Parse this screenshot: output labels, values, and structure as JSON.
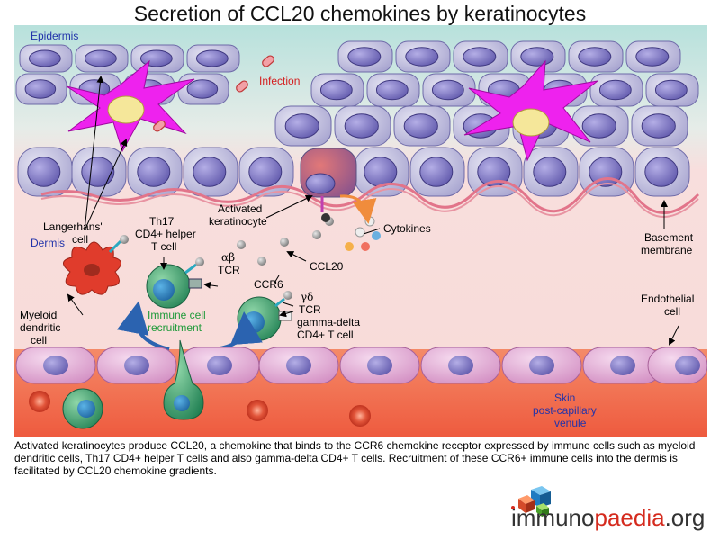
{
  "title": "Secretion of CCL20 chemokines by keratinocytes",
  "labels": {
    "epidermis": "Epidermis",
    "dermis": "Dermis",
    "infection": "Infection",
    "langerhans": "Langerhans'",
    "langerhans2": "cell",
    "th17_1": "Th17",
    "th17_2": "CD4+ helper",
    "th17_3": "T cell",
    "activated_1": "Activated",
    "activated_2": "keratinocyte",
    "cytokines": "Cytokines",
    "basement_1": "Basement",
    "basement_2": "membrane",
    "ab": "αβ",
    "tcr": "TCR",
    "ccl20": "CCL20",
    "ccr6": "CCR6",
    "gd": "γδ",
    "tcr2": "TCR",
    "gd_1": "gamma-delta",
    "gd_2": "CD4+ T cell",
    "myeloid_1": "Myeloid",
    "myeloid_2": "dendritic",
    "myeloid_3": "cell",
    "recruit_1": "Immune cell",
    "recruit_2": "recruitment",
    "endo_1": "Endothelial",
    "endo_2": "cell",
    "venule_1": "Skin",
    "venule_2": "post-capillary",
    "venule_3": "venule"
  },
  "caption": "Activated keratinocytes produce CCL20, a chemokine that binds to the CCR6 chemokine receptor expressed by immune cells such as myeloid dendritic cells, Th17 CD4+ helper T cells and also gamma-delta CD4+ T cells. Recruitment of these CCR6+ immune cells into the dermis is facilitated by CCL20 chemokine gradients.",
  "logo": {
    "part1": "immuno",
    "part2": "paedia",
    "part3": ".org"
  },
  "colors": {
    "epidermis_top": "#b7e1dc",
    "dermis": "#f7d6d4",
    "blood": "#ef6b50",
    "keratinocyte": "#c9c7e0",
    "nucleus": "#7f78c4",
    "langerhans": "#ee22ee",
    "myeloid": "#e03c2c",
    "tcell": "#2a9a6a",
    "endothelial": "#e9b7dc"
  }
}
